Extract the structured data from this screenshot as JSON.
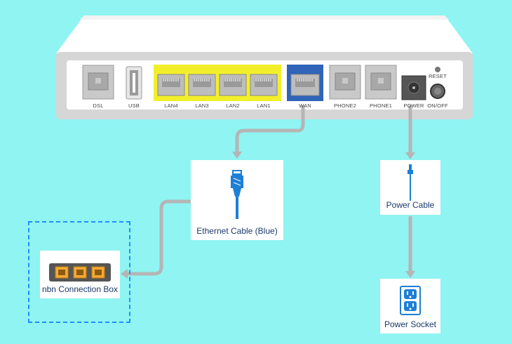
{
  "router": {
    "ports": {
      "dsl": "DSL",
      "usb": "USB",
      "lan4": "LAN4",
      "lan3": "LAN3",
      "lan2": "LAN2",
      "lan1": "LAN1",
      "wan": "WAN",
      "phone2": "PHONE2",
      "phone1": "PHONE1",
      "power": "POWER",
      "reset": "RESET",
      "onoff": "ON/OFF"
    },
    "colors": {
      "lan_highlight": "#f2ef2a",
      "wan_highlight": "#2f64b8"
    }
  },
  "ethernet_cable": {
    "label": "Ethernet Cable (Blue)",
    "icon": "ethernet-plug-icon"
  },
  "power_cable": {
    "label": "Power Cable",
    "icon": "power-plug-icon"
  },
  "nbn_box": {
    "label": "nbn Connection Box",
    "icon": "nbn-ports-icon"
  },
  "power_socket": {
    "label": "Power Socket",
    "icon": "power-outlet-icon"
  },
  "colors": {
    "background": "#8ff4f2",
    "connector": "#b5b5b5",
    "cable_blue": "#1e7fd6",
    "dashed_border": "#1e90ff"
  }
}
